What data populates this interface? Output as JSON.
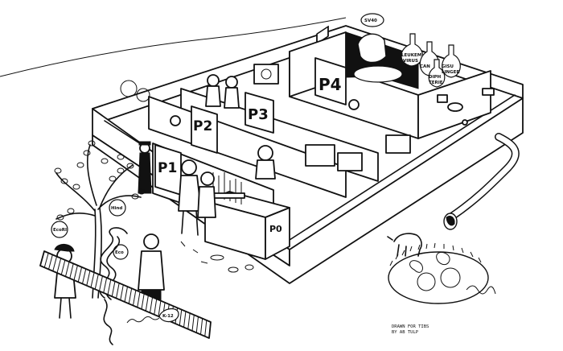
{
  "illustration": {
    "description": "Cartoon of a biosafety-containment laboratory building with rooms P1 to P4",
    "rooms": [
      {
        "id": "p1",
        "label": "P1"
      },
      {
        "id": "p2",
        "label": "P2"
      },
      {
        "id": "p3",
        "label": "P3"
      },
      {
        "id": "p4",
        "label": "P4"
      }
    ],
    "bench_label": "P0",
    "bottles": [
      {
        "label_line1": "LEUKEM",
        "label_line2": "VIRUS"
      },
      {
        "label_line1": "CAN",
        "label_line2": ""
      },
      {
        "label_line1": "DIPH",
        "label_line2": "TERIE"
      },
      {
        "label_line1": "GISU",
        "label_line2": "LINGER"
      }
    ],
    "sign_label": "SV40",
    "tree_fruit_labels": [
      "EcoRI",
      "Hind",
      "Eco"
    ],
    "bacterium_label": "K-12",
    "credit_line1": "DRAWN FOR TIBS",
    "credit_line2": "BY AB TULP",
    "colors": {
      "ink": "#111111",
      "paper": "#ffffff"
    }
  }
}
